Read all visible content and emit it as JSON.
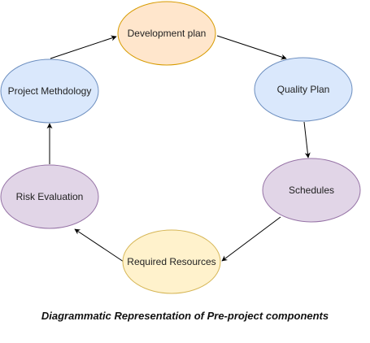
{
  "nodes": [
    {
      "id": "dev",
      "label": "Development plan",
      "fill": "#FFE6CC",
      "stroke": "#D79B00"
    },
    {
      "id": "quality",
      "label": "Quality Plan",
      "fill": "#DAE8FC",
      "stroke": "#6C8EBF"
    },
    {
      "id": "schedules",
      "label": "Schedules",
      "fill": "#E1D5E7",
      "stroke": "#9673A6"
    },
    {
      "id": "resources",
      "label": "Required Resources",
      "fill": "#FFF2CC",
      "stroke": "#D6B656"
    },
    {
      "id": "risk",
      "label": "Risk Evaluation",
      "fill": "#E1D5E7",
      "stroke": "#9673A6"
    },
    {
      "id": "method",
      "label": "Project Methdology",
      "fill": "#DAE8FC",
      "stroke": "#6C8EBF"
    }
  ],
  "edges": [
    {
      "from": "dev",
      "to": "quality"
    },
    {
      "from": "quality",
      "to": "schedules"
    },
    {
      "from": "schedules",
      "to": "resources"
    },
    {
      "from": "resources",
      "to": "risk"
    },
    {
      "from": "risk",
      "to": "method"
    },
    {
      "from": "method",
      "to": "dev"
    }
  ],
  "caption": "Diagrammatic Representation of Pre-project components"
}
